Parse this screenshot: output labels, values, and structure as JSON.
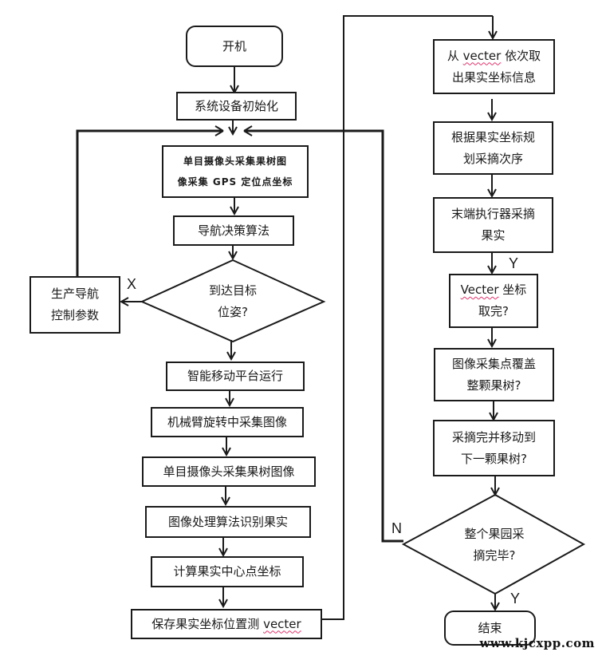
{
  "diagram": {
    "type": "flowchart",
    "watermark": "www.kjcxpp.com",
    "left_column": {
      "start": "开机",
      "init": "系统设备初始化",
      "capture_gps": [
        "单目摄像头采集果树图",
        "像采集 GPS 定位点坐标"
      ],
      "nav_decision": "导航决策算法",
      "reach_target": [
        "到达目标",
        "位姿?"
      ],
      "nav_params": [
        "生产导航",
        "控制参数"
      ],
      "platform_run": "智能移动平台运行",
      "arm_rotate": "机械臂旋转中采集图像",
      "camera_capture": "单目摄像头采集果树图像",
      "image_process": "图像处理算法识别果实",
      "compute_center": "计算果实中心点坐标",
      "save_coords": {
        "prefix": "保存果实坐标位置测 ",
        "word": "vecter"
      }
    },
    "right_column": {
      "fetch_coords": {
        "line1_prefix": "从 ",
        "line1_word": "vecter",
        "line1_suffix": " 依次取",
        "line2": "出果实坐标信息"
      },
      "plan_order": [
        "根据果实坐标规",
        "划采摘次序"
      ],
      "end_effector": [
        "末端执行器采摘",
        "果实"
      ],
      "vecter_done": {
        "line1_word": "Vecter",
        "line1_suffix": " 坐标",
        "line2": "取完?"
      },
      "coverage": [
        "图像采集点覆盖",
        "整颗果树?"
      ],
      "move_next": [
        "采摘完并移动到",
        "下一颗果树?"
      ],
      "orchard_done": [
        "整个果园采",
        "摘完毕?"
      ],
      "end": "结束"
    },
    "edge_labels": {
      "reach_no": "X",
      "vecter_yes": "Y",
      "orchard_no": "N",
      "orchard_yes": "Y"
    }
  }
}
